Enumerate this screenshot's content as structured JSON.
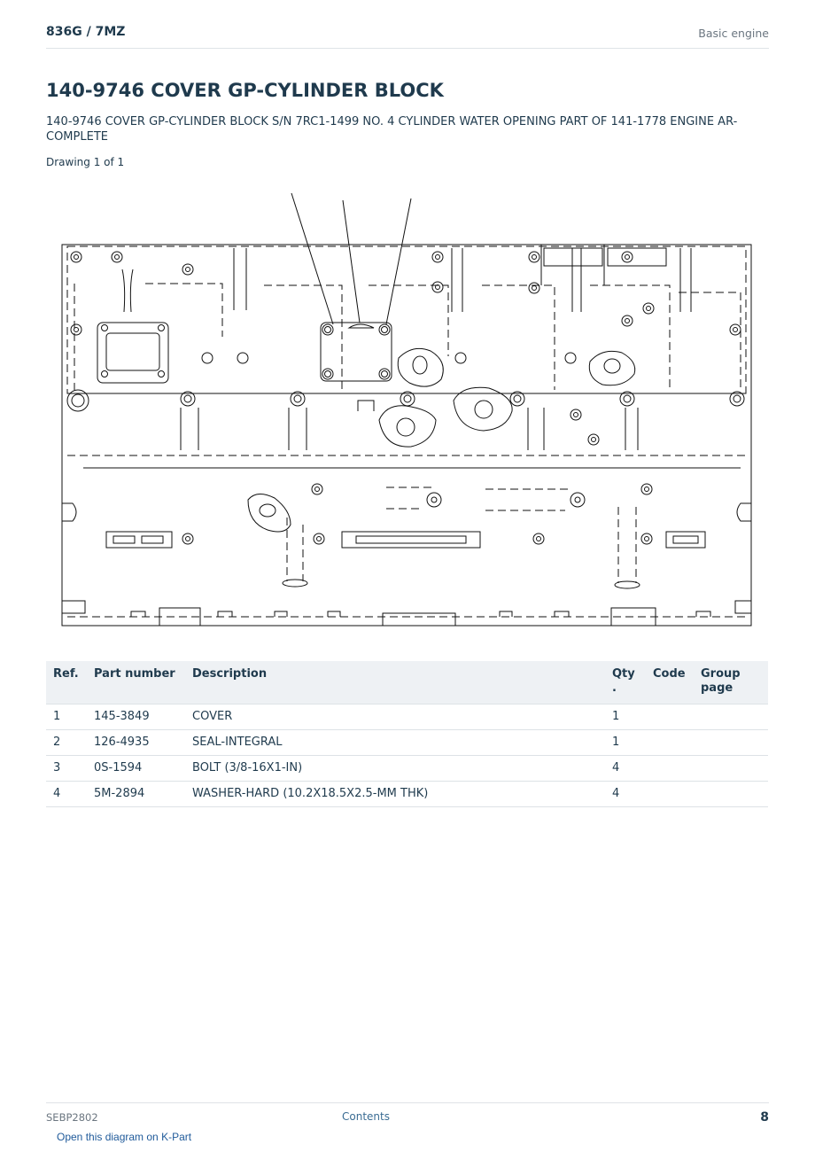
{
  "header": {
    "model": "836G  /  7MZ",
    "section": "Basic engine"
  },
  "title": "140-9746 COVER GP-CYLINDER BLOCK",
  "subtitle": "140-9746 COVER GP-CYLINDER BLOCK S/N 7RC1-1499 NO. 4 CYLINDER WATER OPENING PART OF 141-1778 ENGINE AR-COMPLETE",
  "drawing_label": "Drawing 1 of 1",
  "table": {
    "headers": {
      "ref": "Ref.",
      "part_number": "Part number",
      "description": "Description",
      "qty": "Qty\n.",
      "code": "Code",
      "group_page": "Group\npage"
    },
    "rows": [
      {
        "ref": "1",
        "part_number": "145-3849",
        "description": "COVER",
        "qty": "1",
        "code": "",
        "group_page": ""
      },
      {
        "ref": "2",
        "part_number": "126-4935",
        "description": "SEAL-INTEGRAL",
        "qty": "1",
        "code": "",
        "group_page": ""
      },
      {
        "ref": "3",
        "part_number": "0S-1594",
        "description": "BOLT (3/8-16X1-IN)",
        "qty": "4",
        "code": "",
        "group_page": ""
      },
      {
        "ref": "4",
        "part_number": "5M-2894",
        "description": "WASHER-HARD (10.2X18.5X2.5-MM THK)",
        "qty": "4",
        "code": "",
        "group_page": ""
      }
    ]
  },
  "footer": {
    "doc_id": "SEBP2802",
    "contents_link": "Contents",
    "page_number": "8"
  },
  "kpart_link": "Open this diagram on K-Part"
}
